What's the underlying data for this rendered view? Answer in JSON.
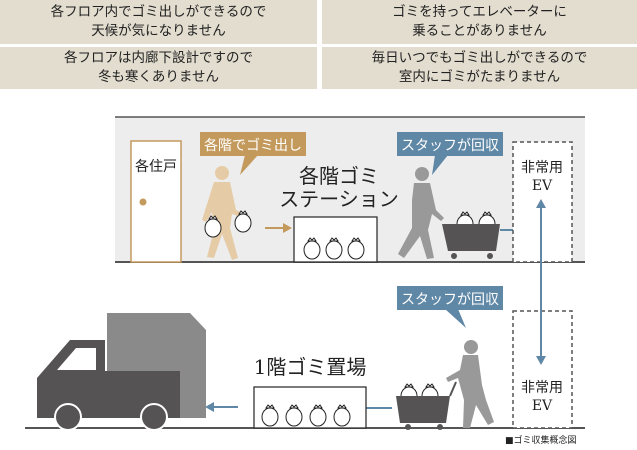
{
  "benefits": [
    {
      "line1": "各フロア内でゴミ出しができるので",
      "line2": "天候が気になりません"
    },
    {
      "line1": "ゴミを持ってエレベーターに",
      "line2": "乗ることがありません"
    },
    {
      "line1": "各フロアは内廊下設計ですので",
      "line2": "冬も寒くありません"
    },
    {
      "line1": "毎日いつでもゴミ出しができるので",
      "line2": "室内にゴミがたまりません"
    }
  ],
  "diagram": {
    "door_label": "各住戸",
    "resident_callout": "各階でゴミ出し",
    "station_title_line1": "各階ゴミ",
    "station_title_line2": "ステーション",
    "staff_callout_upper": "スタッフが回収",
    "staff_callout_lower": "スタッフが回収",
    "ev_upper_line1": "非常用",
    "ev_upper_line2": "EV",
    "ev_lower_line1": "非常用",
    "ev_lower_line2": "EV",
    "ground_title": "1階ゴミ置場",
    "caption": "■ゴミ収集概念図"
  },
  "colors": {
    "tan": "#c49a5c",
    "blue": "#5f87a6",
    "dark": "#555353",
    "grey": "#8a8a8a",
    "box": "#e2ddcf"
  }
}
